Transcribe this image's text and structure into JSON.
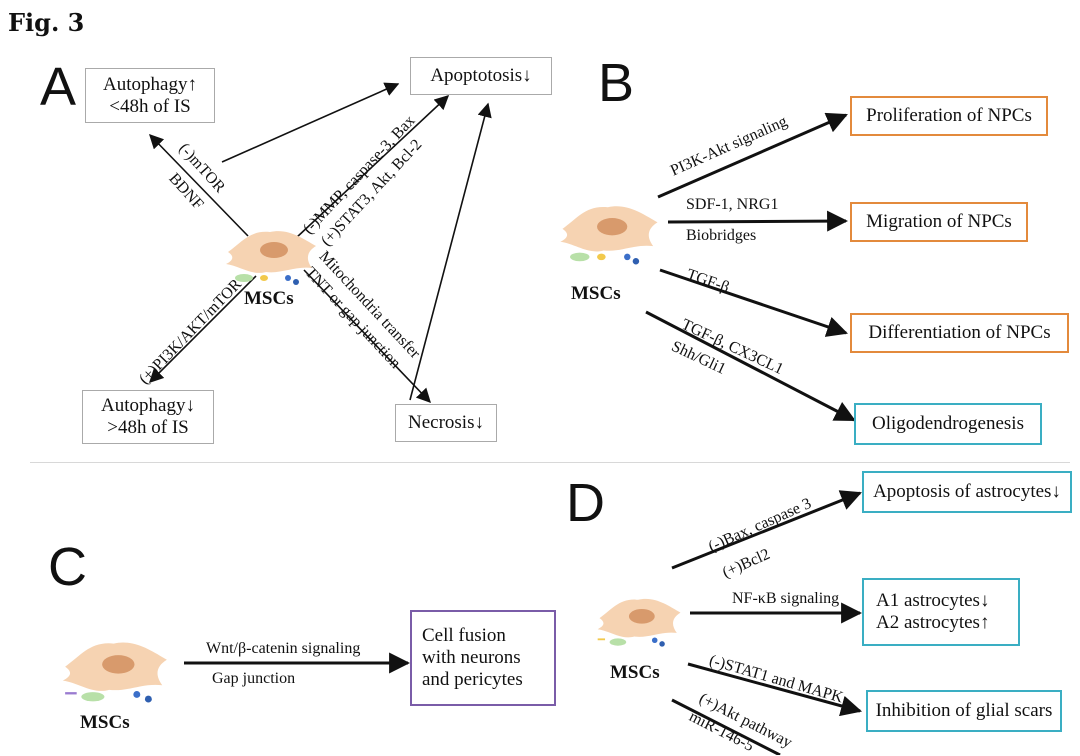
{
  "figure": {
    "title": "Fig. 3"
  },
  "cell_label": "MSCs",
  "panel_a": {
    "letter": "A",
    "boxes": {
      "autophagy_up": [
        "Autophagy↑",
        "<48h of IS"
      ],
      "apoptosis": "Apoptotosis↓",
      "autophagy_down": [
        "Autophagy↓",
        ">48h of IS"
      ],
      "necrosis": "Necrosis↓"
    },
    "labels": {
      "mtor": "(-)mTOR",
      "bdnf": "BDNF",
      "mmp": "(-)MMP, caspase-3, Bax",
      "stat3": "(+)STAT3, Akt, Bcl-2",
      "pi3k": "(+)PI3K/AKT/mTOR",
      "mito": "Mitochondria transfer",
      "tnt": "TNT or gap junction"
    }
  },
  "panel_b": {
    "letter": "B",
    "boxes": {
      "proliferation": "Proliferation of NPCs",
      "migration": "Migration of NPCs",
      "differentiation": "Differentiation of NPCs",
      "oligo": "Oligodendrogenesis"
    },
    "labels": {
      "pi3k_akt": "PI3K-Akt signaling",
      "sdf": "SDF-1, NRG1",
      "biobridges": "Biobridges",
      "tgf": "TGF-β",
      "tgf_cx3": "TGF-β, CX3CL1",
      "shh": "Shh/Gli1"
    }
  },
  "panel_c": {
    "letter": "C",
    "box": [
      "Cell fusion",
      "with neurons",
      "and pericytes"
    ],
    "labels": {
      "wnt": "Wnt/β-catenin signaling",
      "gap": "Gap junction"
    }
  },
  "panel_d": {
    "letter": "D",
    "boxes": {
      "apoptosis_astro": "Apoptosis of astrocytes↓",
      "a1": "A1 astrocytes↓",
      "a2": "A2 astrocytes↑",
      "glial": "Inhibition of glial scars"
    },
    "labels": {
      "bax": "(-)Bax, caspase 3",
      "bcl2": "(+)Bcl2",
      "nfkb": "NF-κB signaling",
      "stat1": "(-)STAT1  and MAPK",
      "akt": "(+)Akt pathway",
      "mir": "miR-146-5"
    }
  }
}
